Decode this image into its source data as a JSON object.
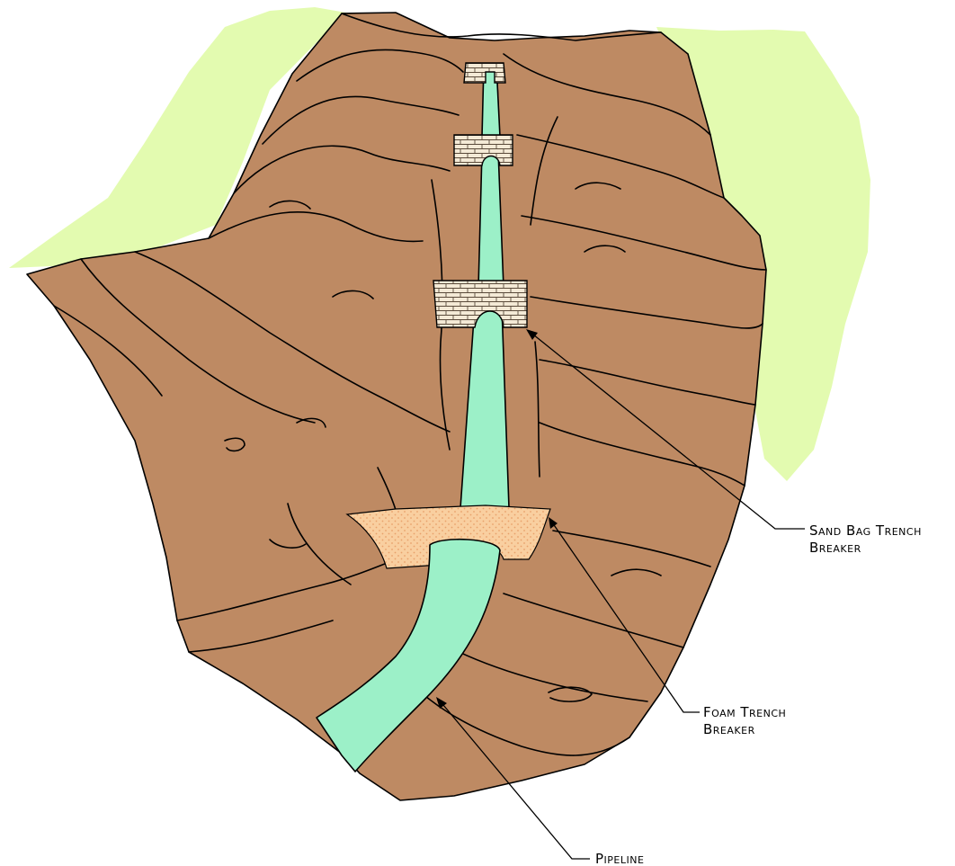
{
  "colors": {
    "background": "#ffffff",
    "vegetation": "#e3fbb0",
    "soil": "#be8a63",
    "pipeline": "#9cf0c8",
    "foam": "#f9cfa0",
    "foam_dots": "#e8a06b",
    "sandbag": "#f4ead6"
  },
  "labels": {
    "sand_bag": {
      "line1": "Sand Bag Trench",
      "line2": "Breaker"
    },
    "foam": {
      "line1": "Foam Trench",
      "line2": "Breaker"
    },
    "pipeline": {
      "line1": "Pipeline"
    }
  }
}
